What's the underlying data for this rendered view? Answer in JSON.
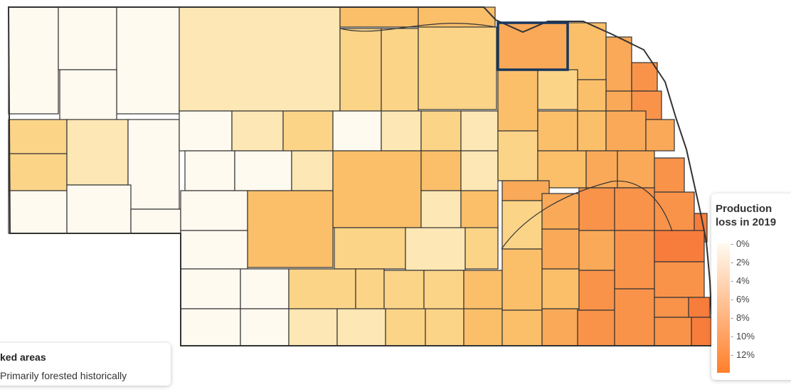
{
  "legend": {
    "title_line1": "Production",
    "title_line2": "loss in 2019",
    "ticks": [
      "0%",
      "2%",
      "4%",
      "6%",
      "8%",
      "10%",
      "12%"
    ],
    "color_low": "#fffaf0",
    "color_high": "#ff7f2a",
    "ramp": [
      "#fffaf0",
      "#fde7b5",
      "#fbd488",
      "#fbbf6a",
      "#faa958",
      "#f9934a",
      "#f77d3c"
    ]
  },
  "marked_areas": {
    "title": "ked areas",
    "label": "Primarily forested historically"
  },
  "map": {
    "highlight_color": "#17375e",
    "border_color": "#333333"
  }
}
